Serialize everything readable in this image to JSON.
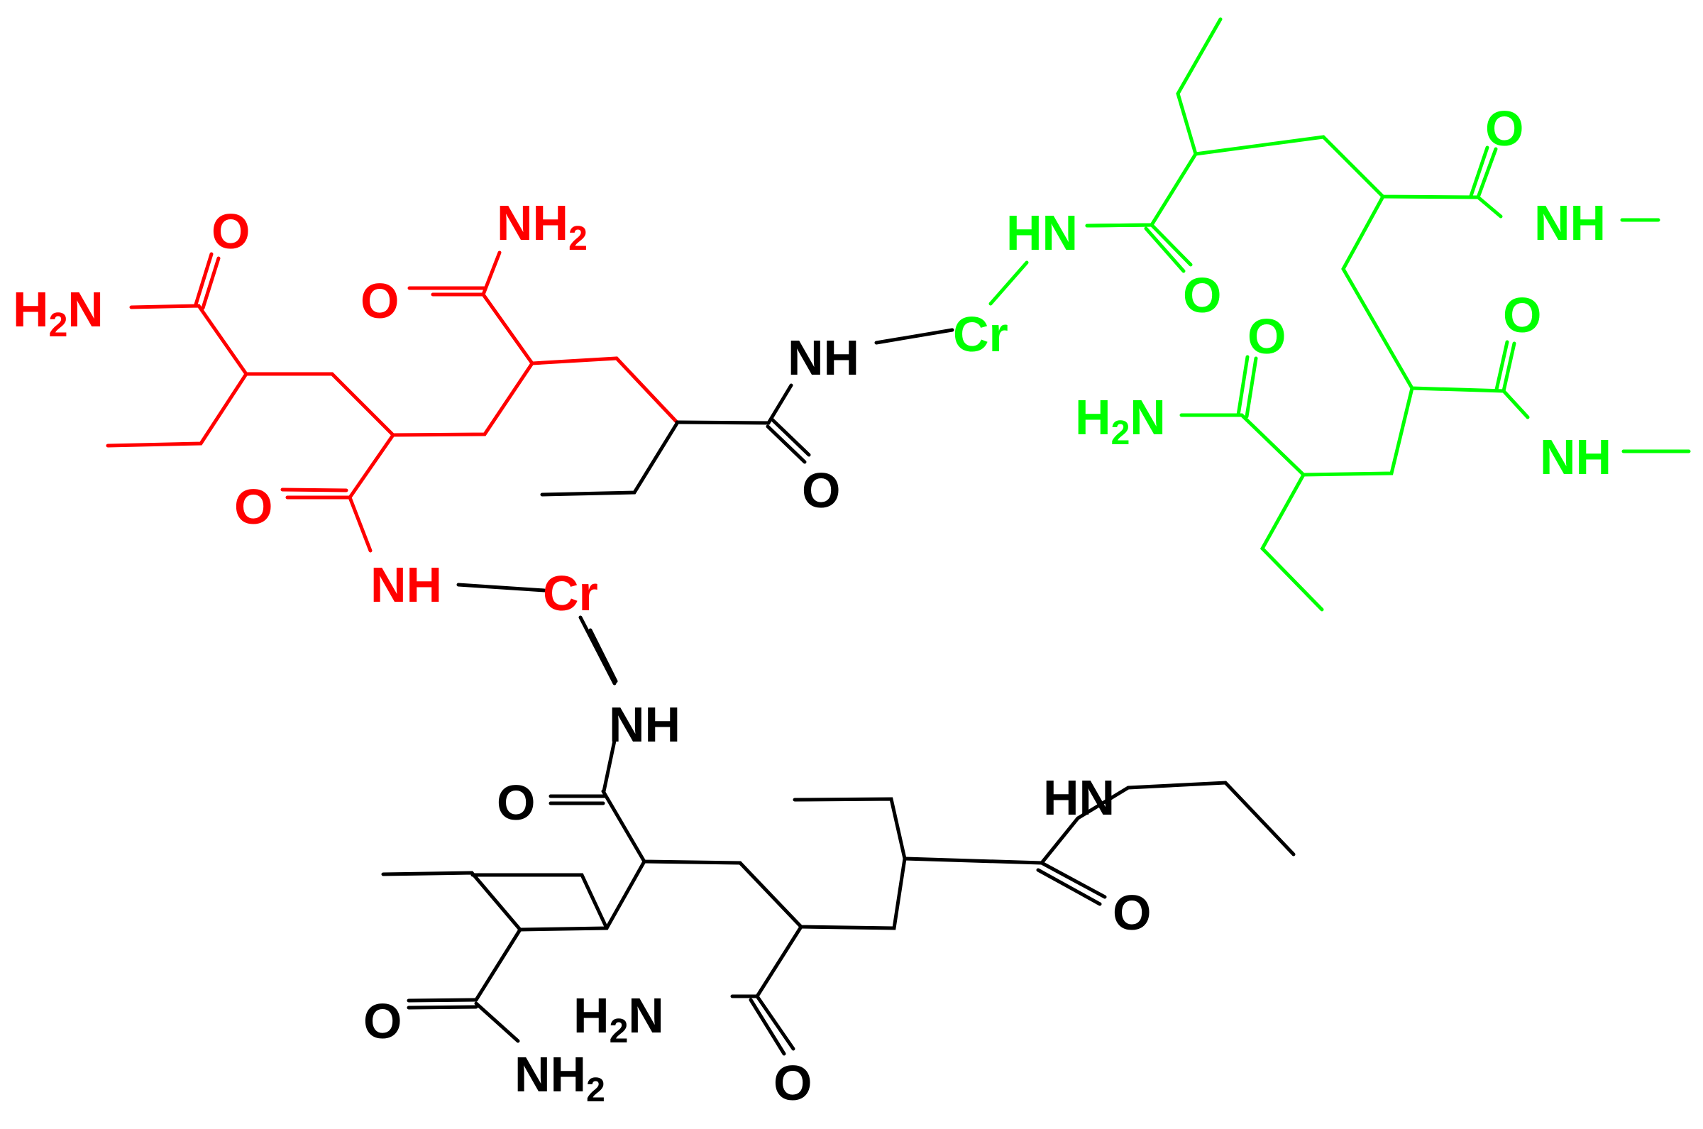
{
  "colors": {
    "black": "#000000",
    "red": "#ff0000",
    "green": "#00ff00"
  },
  "labels": {
    "red_o1": "O",
    "red_h2n1": "H",
    "red_h2n1_sub": "2",
    "red_h2n1_n": "N",
    "red_nh2_top": "NH",
    "red_nh2_top_sub": "2",
    "red_o2": "O",
    "red_o3": "O",
    "red_nh": "NH",
    "red_cr": "Cr",
    "blk_nh_top": "NH",
    "blk_o_top": "O",
    "blk_nh_mid": "NH",
    "blk_o_mid": "O",
    "blk_hn_right": "HN",
    "blk_o_right": "O",
    "blk_o_left": "O",
    "blk_nh2_bottom": "NH",
    "blk_nh2_bottom_sub": "2",
    "blk_h2n_mid": "H",
    "blk_h2n_mid_sub": "2",
    "blk_h2n_mid_n": "N",
    "blk_o_bottom": "O",
    "grn_hn": "HN",
    "grn_cr": "Cr",
    "grn_o_hn": "O",
    "grn_o_top": "O",
    "grn_nh_top": "NH",
    "grn_o_mid": "O",
    "grn_h2n": "H",
    "grn_h2n_sub": "2",
    "grn_h2n_n": "N",
    "grn_o_left": "O",
    "grn_nh_bottom": "NH"
  }
}
